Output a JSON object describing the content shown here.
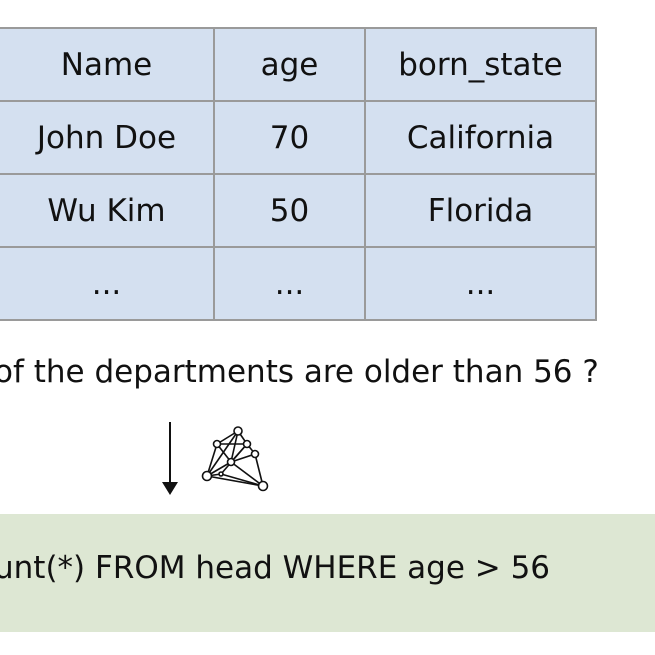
{
  "table": {
    "headers": [
      "Name",
      "age",
      "born_state"
    ],
    "rows": [
      [
        "John Doe",
        "70",
        "California"
      ],
      [
        "Wu Kim",
        "50",
        "Florida"
      ],
      [
        "...",
        "...",
        "..."
      ]
    ]
  },
  "question": "of the departments are older than 56 ?",
  "sql": "unt(*) FROM head WHERE age  >  56",
  "icons": {
    "arrow": "arrow-down-icon",
    "model": "neural-network-icon"
  },
  "colors": {
    "table_fill": "#d4e0f0",
    "table_border": "#9a9a9a",
    "sql_fill": "#dde7d3"
  }
}
